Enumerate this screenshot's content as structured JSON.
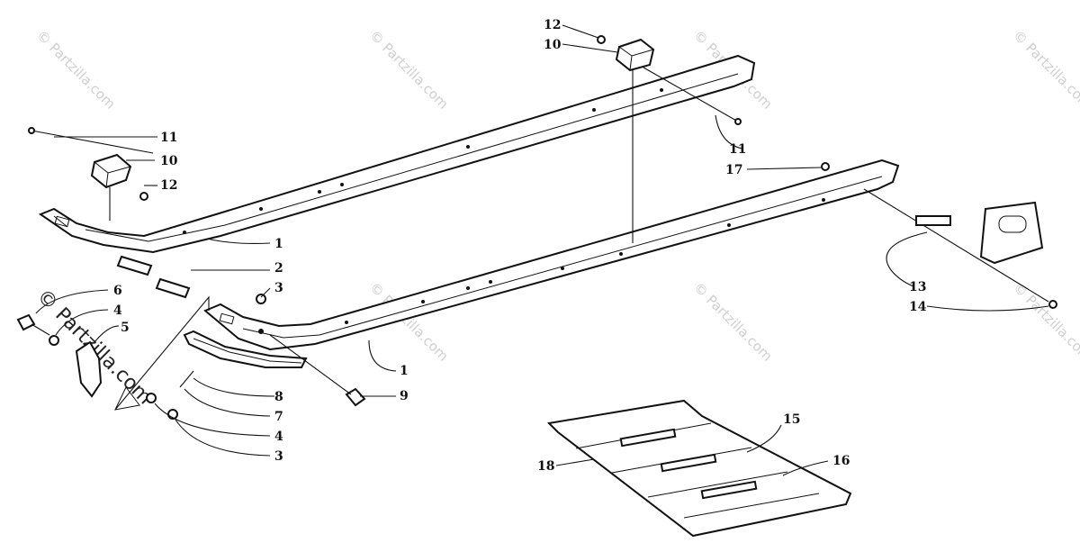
{
  "watermark": "© Partzilla.com",
  "callouts": [
    "1",
    "1",
    "2",
    "3",
    "3",
    "4",
    "4",
    "5",
    "6",
    "7",
    "8",
    "9",
    "10",
    "10",
    "11",
    "11",
    "12",
    "12",
    "13",
    "14",
    "15",
    "16",
    "17",
    "18"
  ]
}
